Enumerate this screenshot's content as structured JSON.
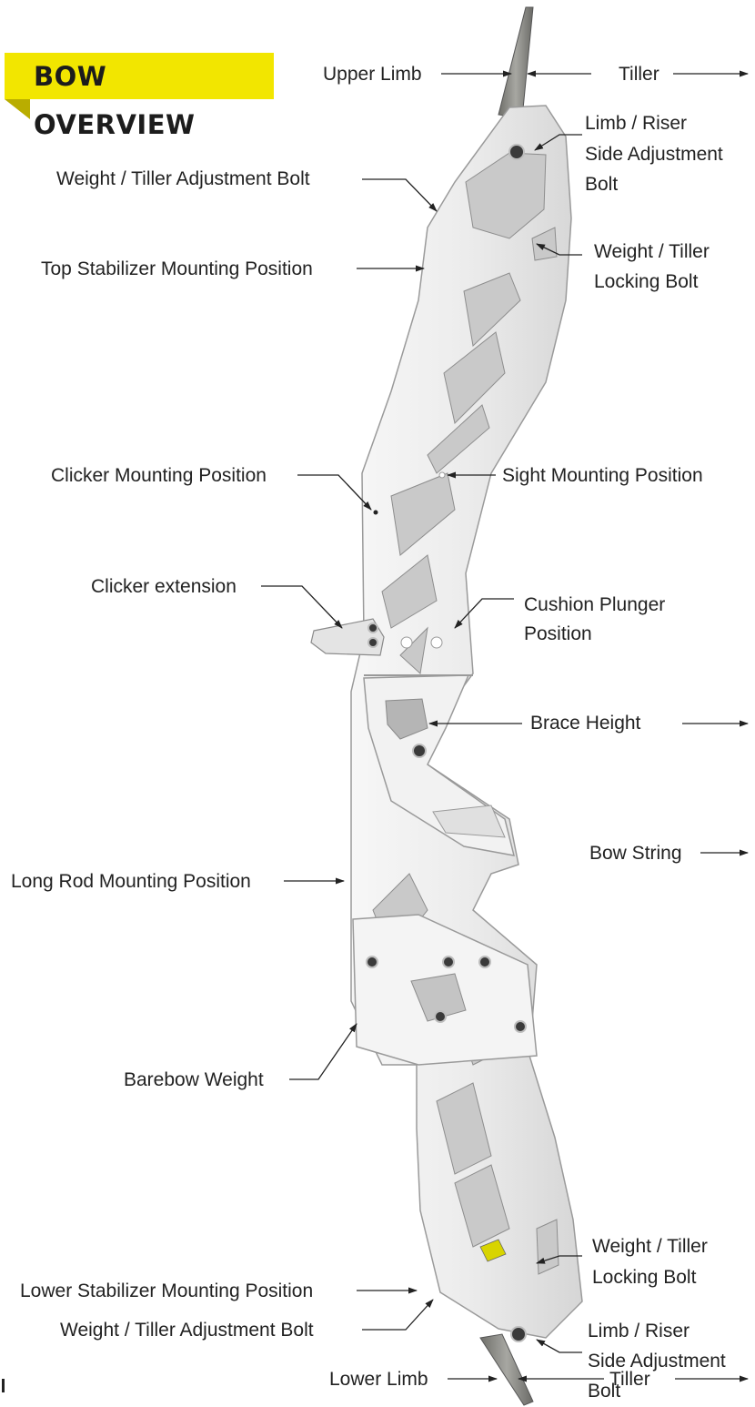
{
  "title": "BOW OVERVIEW",
  "colors": {
    "accent": "#f2e600",
    "accent_fold": "#b9ad00",
    "riser": "#ececec",
    "limb": "#8a8a86"
  },
  "labels": {
    "upper_limb": "Upper Limb",
    "tiller_top": "Tiller",
    "limb_riser_top": [
      "Limb / Riser",
      "Side Adjustment",
      "Bolt"
    ],
    "weight_tiller_adj_top": "Weight / Tiller Adjustment Bolt",
    "top_stabilizer": "Top Stabilizer Mounting Position",
    "weight_tiller_lock_top": [
      "Weight / Tiller",
      "Locking Bolt"
    ],
    "clicker_mounting": "Clicker Mounting Position",
    "sight_mounting": "Sight Mounting Position",
    "clicker_extension": "Clicker extension",
    "cushion_plunger": [
      "Cushion Plunger",
      "Position"
    ],
    "brace_height": "Brace Height",
    "bow_string": "Bow String",
    "long_rod": "Long Rod Mounting Position",
    "barebow_weight": "Barebow Weight",
    "weight_tiller_lock_bottom": [
      "Weight / Tiller",
      "Locking Bolt"
    ],
    "lower_stabilizer": "Lower Stabilizer Mounting Position",
    "weight_tiller_adj_bottom": "Weight / Tiller Adjustment Bolt",
    "limb_riser_bottom": [
      "Limb / Riser",
      "Side Adjustment",
      "Bolt"
    ],
    "lower_limb": "Lower Limb",
    "tiller_bottom": "Tiller"
  }
}
